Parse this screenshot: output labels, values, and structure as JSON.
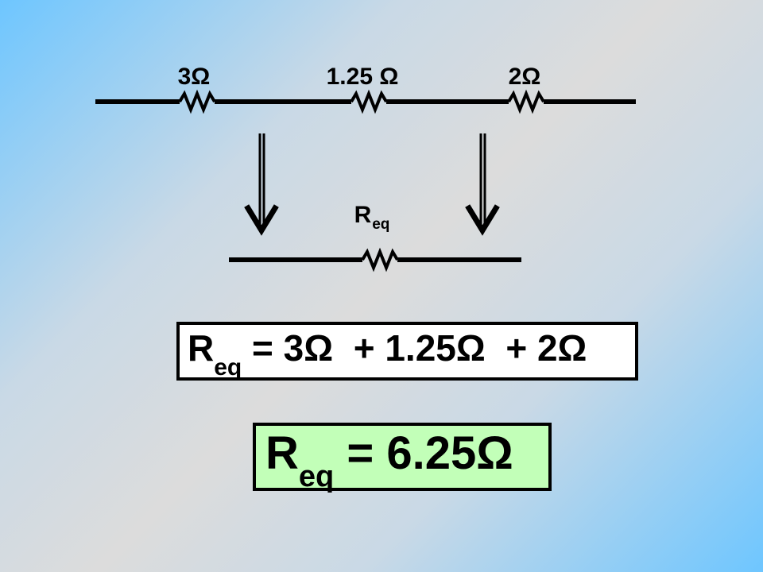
{
  "top_circuit": {
    "resistors": [
      {
        "label": "3Ω"
      },
      {
        "label": "1.25 Ω"
      },
      {
        "label": "2Ω"
      }
    ]
  },
  "equivalent": {
    "label_main": "R",
    "label_sub": "eq"
  },
  "equation": {
    "lhs_main": "R",
    "lhs_sub": "eq",
    "rhs": " = 3Ω  + 1.25Ω  + 2Ω"
  },
  "result": {
    "lhs_main": "R",
    "lhs_sub": "eq",
    "rhs": " = 6.25Ω"
  },
  "colors": {
    "wire": "#000000",
    "equation_box": "#ffffff",
    "result_box": "#c2ffb8",
    "background_edge": "#6ec6ff",
    "background_center": "#dcdcdc"
  }
}
